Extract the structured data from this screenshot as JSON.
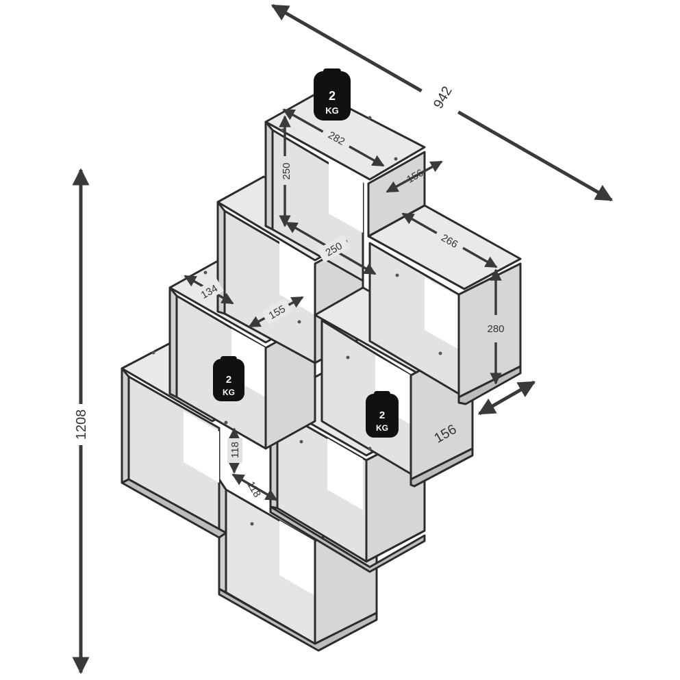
{
  "dimensions": {
    "total_width": "942",
    "total_height": "1208",
    "top_width": "282",
    "top_height": "250",
    "top_depth": "156",
    "mid_diag": "250",
    "right_width": "266",
    "right_height": "280",
    "depth_bottom": "156",
    "left_depth": "134",
    "inner_155": "155",
    "small_height": "118",
    "small_width": "118"
  },
  "weights": [
    {
      "value": "2",
      "unit": "KG"
    },
    {
      "value": "2",
      "unit": "KG"
    },
    {
      "value": "2",
      "unit": "KG"
    }
  ],
  "colors": {
    "panel_top": "#e9e9e9",
    "panel_side": "#cfcfcf",
    "panel_back": "#dcdcdc",
    "edge": "#2c2c2c",
    "arrow": "#3a3a3a",
    "weight": "#111111"
  }
}
